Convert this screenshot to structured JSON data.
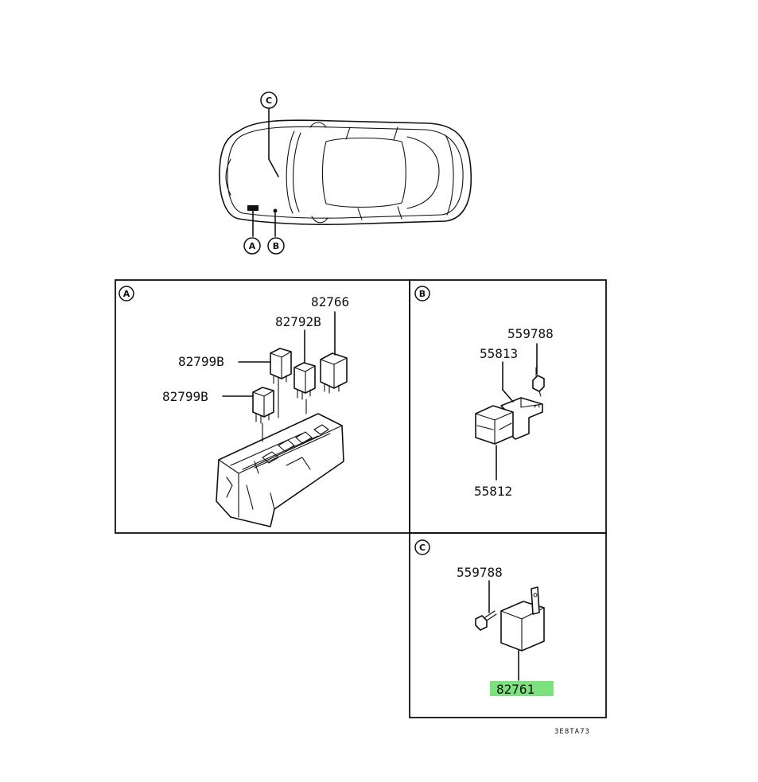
{
  "callouts": {
    "car_a": "A",
    "car_b": "B",
    "car_c": "C"
  },
  "panels": {
    "a": {
      "marker": "A",
      "labels": {
        "p82766": "82766",
        "p82792b": "82792B",
        "p82799b_top": "82799B",
        "p82799b_bottom": "82799B"
      }
    },
    "b": {
      "marker": "B",
      "labels": {
        "p559788": "559788",
        "p55813": "55813",
        "p55812": "55812"
      }
    },
    "c": {
      "marker": "C",
      "labels": {
        "p559788": "559788",
        "p82761": "82761"
      }
    }
  },
  "highlight_color": "#7de27d",
  "drawing_code": "3E8TA73"
}
